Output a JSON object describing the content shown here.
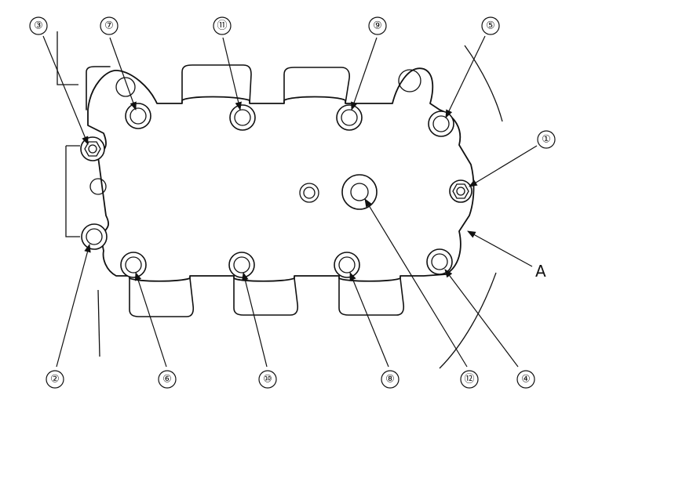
{
  "callouts": [
    {
      "id": "b1",
      "label": "①"
    },
    {
      "id": "b2",
      "label": "②"
    },
    {
      "id": "b3",
      "label": "③"
    },
    {
      "id": "b4",
      "label": "④"
    },
    {
      "id": "b5",
      "label": "⑤"
    },
    {
      "id": "b6",
      "label": "⑥"
    },
    {
      "id": "b7",
      "label": "⑦"
    },
    {
      "id": "b8",
      "label": "⑧"
    },
    {
      "id": "b9",
      "label": "⑨"
    },
    {
      "id": "b10",
      "label": "⑩"
    },
    {
      "id": "b11",
      "label": "⑪"
    },
    {
      "id": "b12",
      "label": "⑫"
    }
  ],
  "part_label": "A"
}
